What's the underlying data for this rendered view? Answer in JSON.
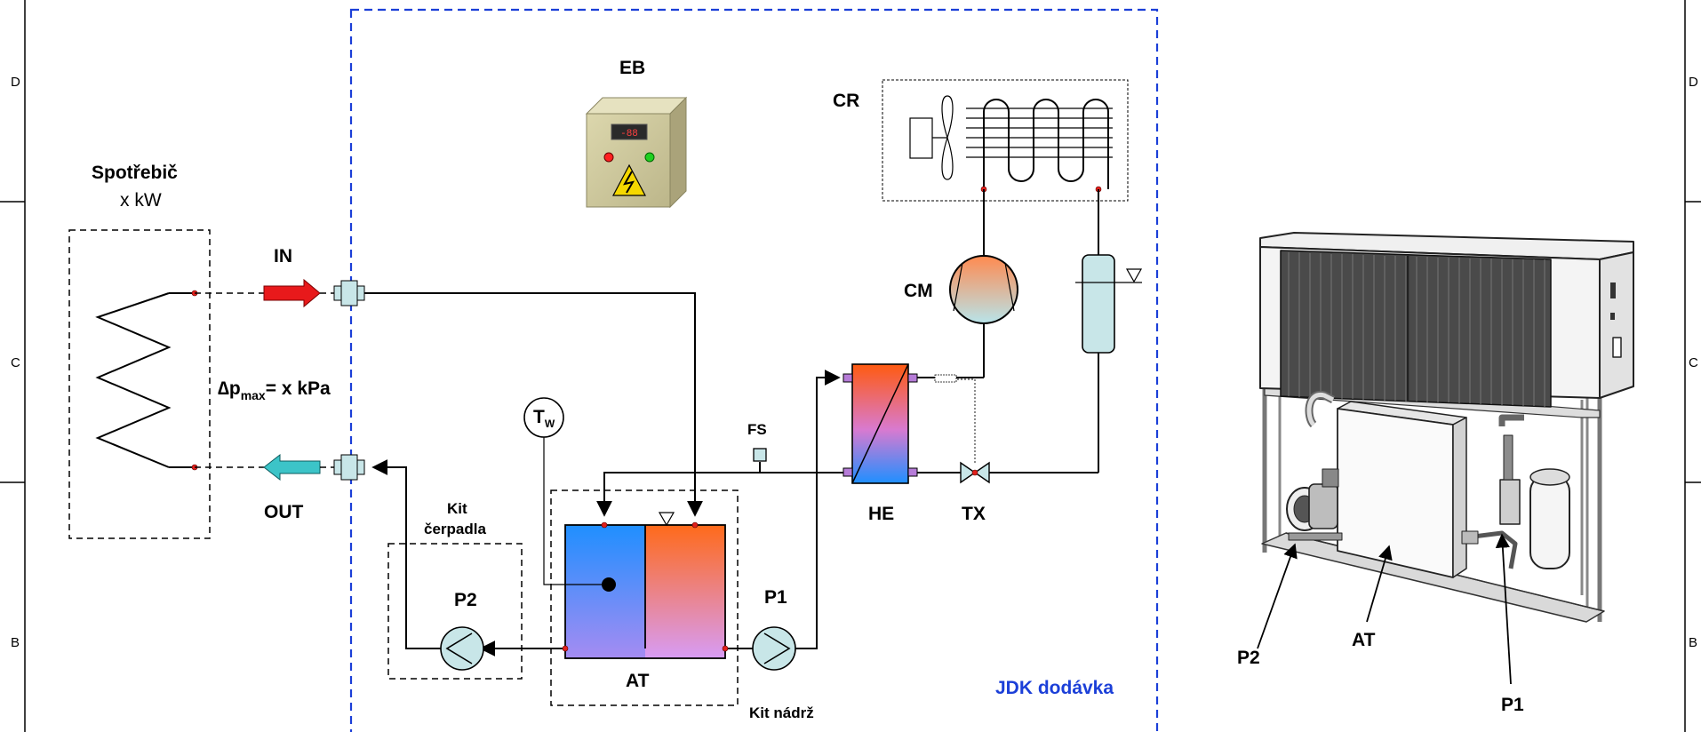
{
  "grid_rows": [
    "D",
    "C",
    "B"
  ],
  "colors": {
    "supply_border": "#1b3fd8",
    "hot": "#ff6a1a",
    "cold": "#1f8fff",
    "inlet_arrow": "#e8191b",
    "outlet_arrow": "#3cc4c8",
    "component_fill": "#c8e6e8"
  },
  "consumer": {
    "title": "Spotřebič",
    "power": "x kW",
    "pressure_prefix": "∆p",
    "pressure_sub": "max",
    "pressure_value": "= x kPa"
  },
  "ports": {
    "inlet": "IN",
    "outlet": "OUT"
  },
  "components": {
    "eb": "EB",
    "cr": "CR",
    "cm": "CM",
    "he": "HE",
    "tx": "TX",
    "fs": "FS",
    "tw_main": "T",
    "tw_sub": "W",
    "p1": "P1",
    "p2": "P2",
    "at": "AT"
  },
  "kits": {
    "pump_kit_line1": "Kit",
    "pump_kit_line2": "čerpadla",
    "tank_kit": "Kit nádrž"
  },
  "supply_label": "JDK dodávka",
  "photo_labels": {
    "p2": "P2",
    "at": "AT",
    "p1": "P1"
  }
}
